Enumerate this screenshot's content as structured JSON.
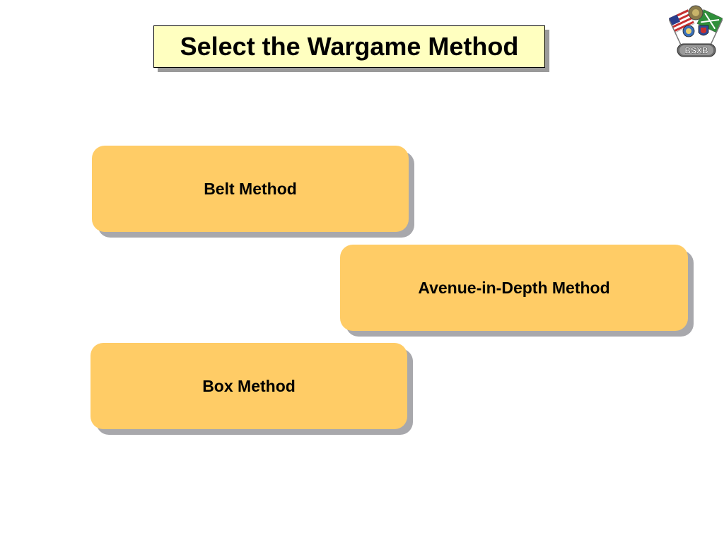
{
  "title": "Select the Wargame Method",
  "methods": [
    {
      "label": "Belt Method"
    },
    {
      "label": "Avenue-in-Depth Method"
    },
    {
      "label": "Box Method"
    }
  ],
  "logo": {
    "text": "BSXB",
    "icon": "flags-emblem-logo"
  },
  "colors": {
    "title_bg": "#ffffc0",
    "button_bg": "#ffcc66",
    "shadow": "#a8a8ac"
  }
}
